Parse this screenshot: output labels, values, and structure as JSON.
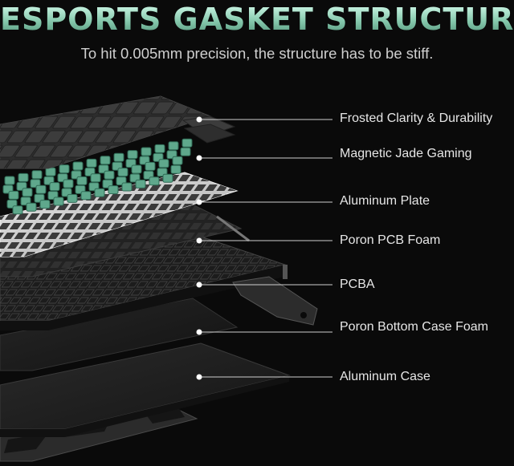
{
  "header": {
    "title": "ESPORTS GASKET STRUCTURE",
    "subtitle": "To hit 0.005mm precision, the structure has to be stiff."
  },
  "layers": [
    {
      "label": "Frosted Clarity & Durability"
    },
    {
      "label": "Magnetic Jade Gaming"
    },
    {
      "label": "Aluminum Plate"
    },
    {
      "label": "Poron PCB Foam"
    },
    {
      "label": "PCBA"
    },
    {
      "label": "Poron Bottom Case Foam"
    },
    {
      "label": "Aluminum Case"
    }
  ],
  "colors": {
    "background": "#0a0a0a",
    "title_accent": "#9fdcc3",
    "switch_jade": "#5fa88c",
    "plate": "#d8d8d8",
    "keycap": "#3a3a3a"
  }
}
